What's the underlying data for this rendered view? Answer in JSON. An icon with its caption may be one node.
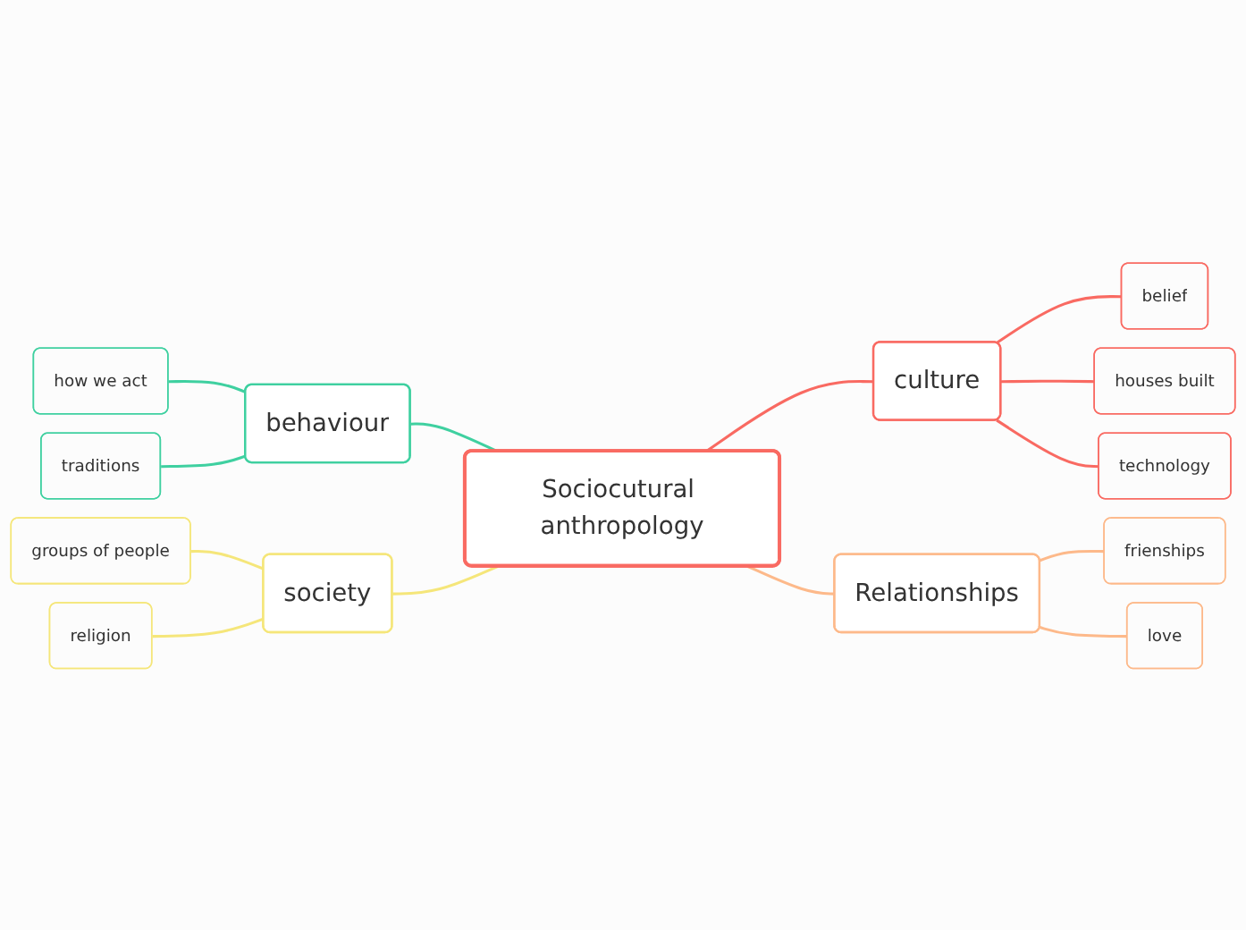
{
  "diagram": {
    "nodes": [
      {
        "text": [
          "Sociocutural anthropology"
        ]
      },
      {
        "text": [
          "behaviour"
        ]
      },
      {
        "text": [
          "how we act"
        ]
      },
      {
        "text": [
          "traditions"
        ]
      },
      {
        "text": [
          "society"
        ]
      },
      {
        "text": [
          "groups of people"
        ]
      },
      {
        "text": [
          "religion"
        ]
      },
      {
        "text": [
          "culture"
        ]
      },
      {
        "text": [
          "belief"
        ]
      },
      {
        "text": [
          "houses built"
        ]
      },
      {
        "text": [
          "technology"
        ]
      },
      {
        "text": [
          "Relationships"
        ]
      },
      {
        "text": [
          "frienships"
        ]
      },
      {
        "text": [
          "love"
        ]
      }
    ],
    "edges": [
      {
        "from": 0,
        "to": 1,
        "arrow": "none",
        "color": "#3fd0a0"
      },
      {
        "from": 1,
        "to": 2,
        "arrow": "none",
        "color": "#3fd0a0"
      },
      {
        "from": 1,
        "to": 3,
        "arrow": "none",
        "color": "#3fd0a0"
      },
      {
        "from": 0,
        "to": 4,
        "arrow": "none",
        "color": "#f5e67a"
      },
      {
        "from": 4,
        "to": 5,
        "arrow": "none",
        "color": "#f5e67a"
      },
      {
        "from": 4,
        "to": 6,
        "arrow": "none",
        "color": "#f5e67a"
      },
      {
        "from": 0,
        "to": 7,
        "arrow": "none",
        "color": "#f96a62"
      },
      {
        "from": 7,
        "to": 8,
        "arrow": "none",
        "color": "#f96a62"
      },
      {
        "from": 7,
        "to": 9,
        "arrow": "none",
        "color": "#f96a62"
      },
      {
        "from": 7,
        "to": 10,
        "arrow": "none",
        "color": "#f96a62"
      },
      {
        "from": 0,
        "to": 11,
        "arrow": "none",
        "color": "#fdb98a"
      },
      {
        "from": 11,
        "to": 12,
        "arrow": "none",
        "color": "#fdb98a"
      },
      {
        "from": 11,
        "to": 13,
        "arrow": "none",
        "color": "#fdb98a"
      }
    ]
  }
}
